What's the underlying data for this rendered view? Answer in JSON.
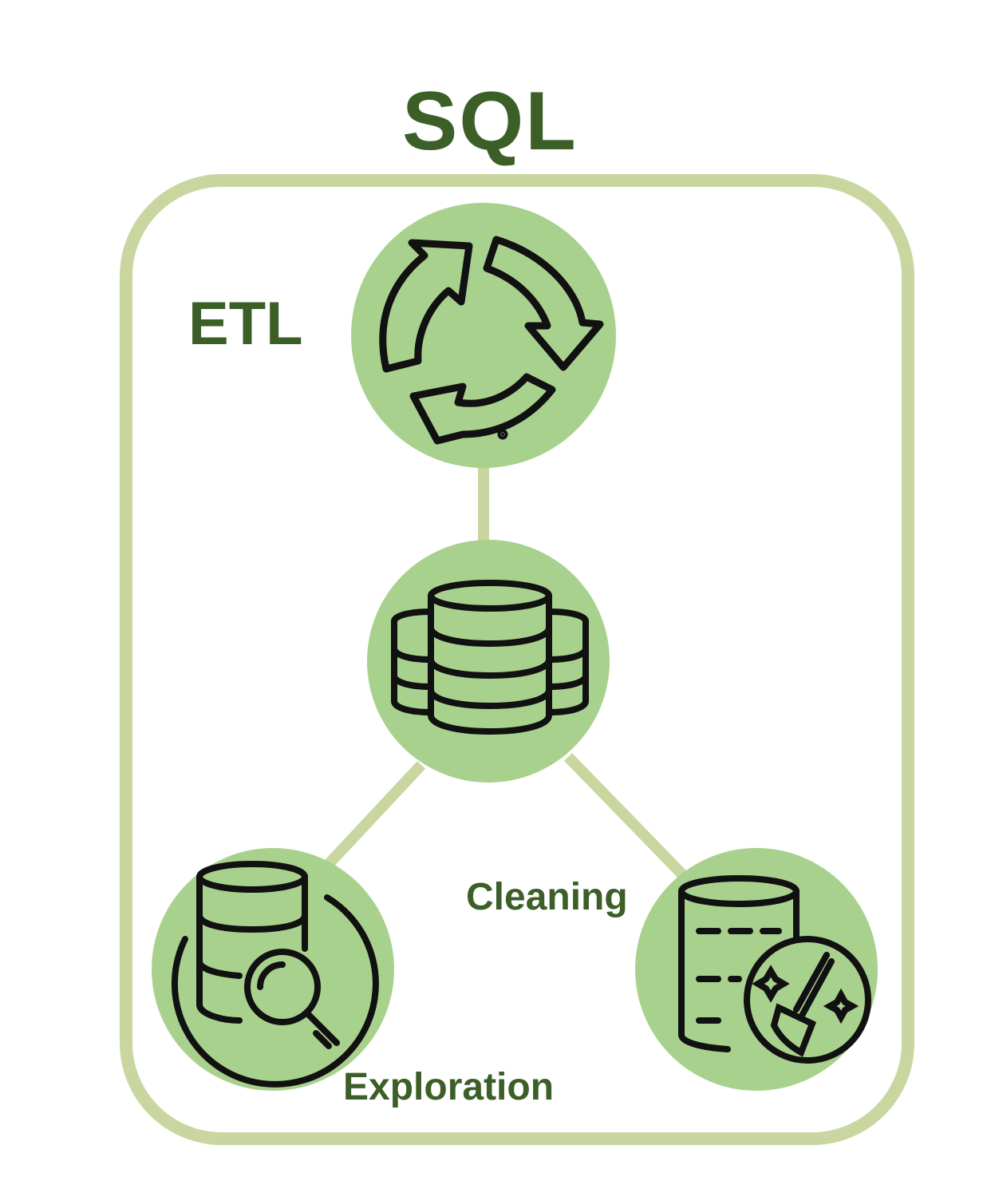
{
  "title": "SQL",
  "nodes": {
    "etl": {
      "label": "ETL",
      "icon": "cycle-arrows-icon"
    },
    "database": {
      "icon": "database-cluster-icon"
    },
    "exploration": {
      "label": "Exploration",
      "icon": "database-search-icon"
    },
    "cleaning": {
      "label": "Cleaning",
      "icon": "database-clean-icon"
    }
  },
  "colors": {
    "frame": "#c9d6a0",
    "node_fill": "#a9d18e",
    "text": "#3c5f28",
    "icon_stroke": "#111111"
  }
}
